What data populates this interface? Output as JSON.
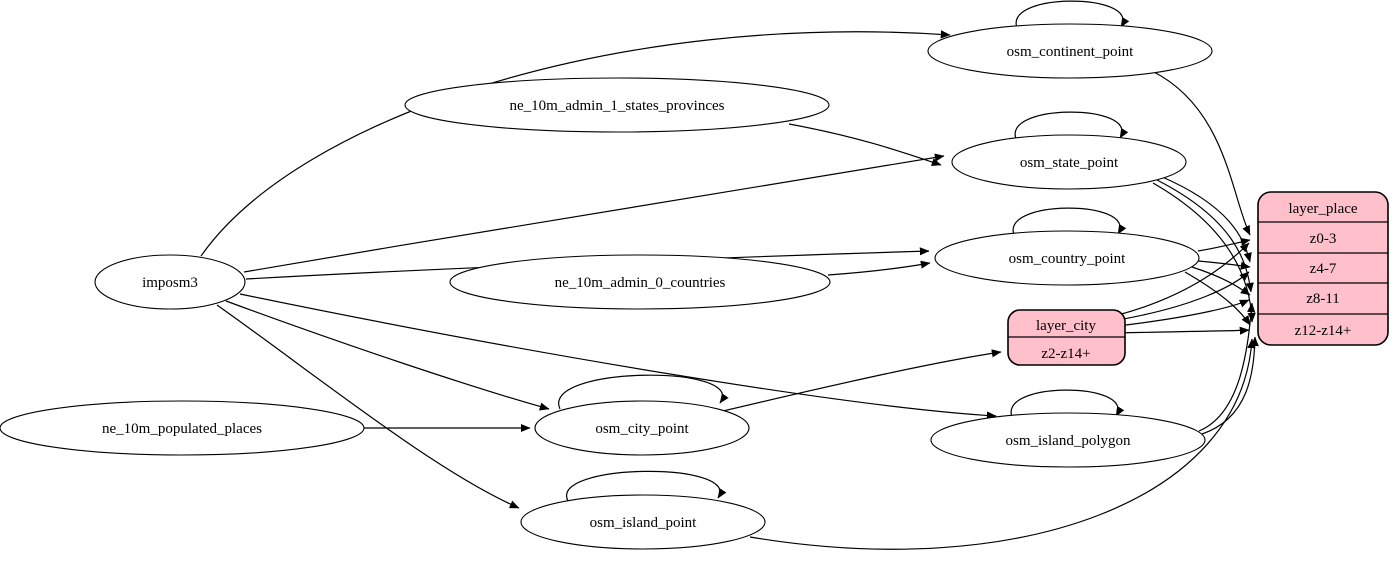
{
  "diagram": {
    "type": "graph",
    "background": "#ffffff",
    "edge_color": "#000000",
    "record_fill_color": "#ffc0cb",
    "node_stroke_color": "#000000",
    "nodes": [
      {
        "id": "imposm3",
        "label": "imposm3",
        "shape": "ellipse"
      },
      {
        "id": "ne_10m_admin_1_states_provinces",
        "label": "ne_10m_admin_1_states_provinces",
        "shape": "ellipse"
      },
      {
        "id": "ne_10m_admin_0_countries",
        "label": "ne_10m_admin_0_countries",
        "shape": "ellipse"
      },
      {
        "id": "ne_10m_populated_places",
        "label": "ne_10m_populated_places",
        "shape": "ellipse"
      },
      {
        "id": "osm_continent_point",
        "label": "osm_continent_point",
        "shape": "ellipse",
        "self_loop": true
      },
      {
        "id": "osm_state_point",
        "label": "osm_state_point",
        "shape": "ellipse",
        "self_loop": true
      },
      {
        "id": "osm_country_point",
        "label": "osm_country_point",
        "shape": "ellipse",
        "self_loop": true
      },
      {
        "id": "osm_city_point",
        "label": "osm_city_point",
        "shape": "ellipse",
        "self_loop": true
      },
      {
        "id": "osm_island_polygon",
        "label": "osm_island_polygon",
        "shape": "ellipse",
        "self_loop": true
      },
      {
        "id": "osm_island_point",
        "label": "osm_island_point",
        "shape": "ellipse",
        "self_loop": true
      },
      {
        "id": "layer_city",
        "shape": "record",
        "title": "layer_city",
        "rows": [
          "z2-z14+"
        ]
      },
      {
        "id": "layer_place",
        "shape": "record",
        "title": "layer_place",
        "rows": [
          "z0-3",
          "z4-7",
          "z8-11",
          "z12-z14+"
        ]
      }
    ],
    "edges": [
      {
        "from": "imposm3",
        "to": "osm_continent_point"
      },
      {
        "from": "imposm3",
        "to": "osm_state_point"
      },
      {
        "from": "imposm3",
        "to": "osm_country_point"
      },
      {
        "from": "imposm3",
        "to": "osm_city_point"
      },
      {
        "from": "imposm3",
        "to": "osm_island_polygon"
      },
      {
        "from": "imposm3",
        "to": "osm_island_point"
      },
      {
        "from": "ne_10m_admin_1_states_provinces",
        "to": "osm_state_point"
      },
      {
        "from": "ne_10m_admin_0_countries",
        "to": "osm_country_point"
      },
      {
        "from": "ne_10m_populated_places",
        "to": "osm_city_point"
      },
      {
        "from": "osm_continent_point",
        "to": "osm_continent_point"
      },
      {
        "from": "osm_state_point",
        "to": "osm_state_point"
      },
      {
        "from": "osm_country_point",
        "to": "osm_country_point"
      },
      {
        "from": "osm_city_point",
        "to": "osm_city_point"
      },
      {
        "from": "osm_island_polygon",
        "to": "osm_island_polygon"
      },
      {
        "from": "osm_island_point",
        "to": "osm_island_point"
      },
      {
        "from": "osm_continent_point",
        "to": "layer_place",
        "row": "z0-3"
      },
      {
        "from": "osm_country_point",
        "to": "layer_place",
        "row": "z0-3"
      },
      {
        "from": "osm_country_point",
        "to": "layer_place",
        "row": "z4-7"
      },
      {
        "from": "osm_country_point",
        "to": "layer_place",
        "row": "z8-11"
      },
      {
        "from": "osm_country_point",
        "to": "layer_place",
        "row": "z12-z14+"
      },
      {
        "from": "osm_state_point",
        "to": "layer_place",
        "row": "z4-7"
      },
      {
        "from": "osm_state_point",
        "to": "layer_place",
        "row": "z8-11"
      },
      {
        "from": "osm_state_point",
        "to": "layer_place",
        "row": "z12-z14+"
      },
      {
        "from": "osm_city_point",
        "to": "layer_city",
        "row": "z2-z14+"
      },
      {
        "from": "layer_city",
        "to": "layer_place",
        "row": "z0-3"
      },
      {
        "from": "layer_city",
        "to": "layer_place",
        "row": "z4-7"
      },
      {
        "from": "layer_city",
        "to": "layer_place",
        "row": "z8-11"
      },
      {
        "from": "layer_city",
        "to": "layer_place",
        "row": "z12-z14+"
      },
      {
        "from": "osm_island_polygon",
        "to": "layer_place",
        "row": "z8-11"
      },
      {
        "from": "osm_island_polygon",
        "to": "layer_place",
        "row": "z12-z14+"
      },
      {
        "from": "osm_island_point",
        "to": "layer_place",
        "row": "z12-z14+"
      }
    ]
  }
}
